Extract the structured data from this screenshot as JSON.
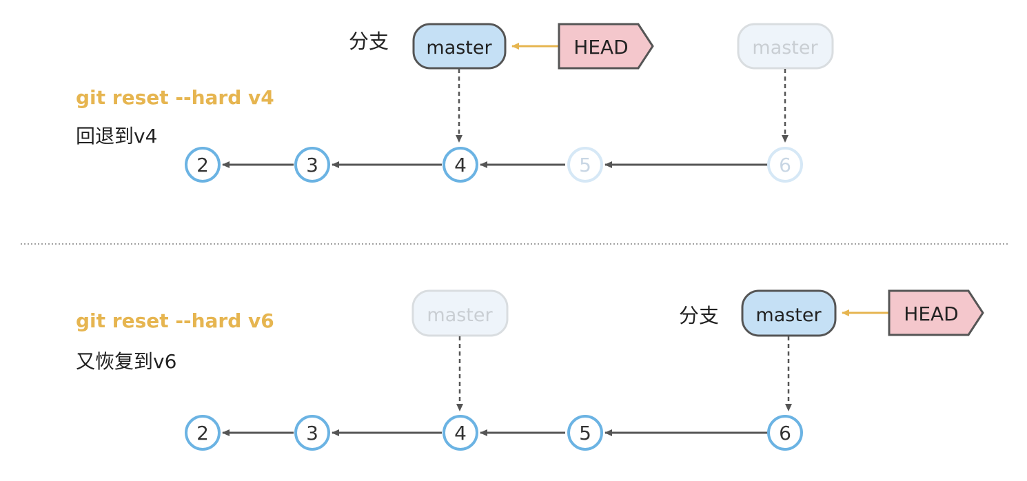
{
  "panels": [
    {
      "command": "git reset --hard v4",
      "description": "回退到v4",
      "label": "分支",
      "branch": "master",
      "head": "HEAD",
      "ghost_branch": "master",
      "commits": [
        {
          "label": "2",
          "faded": false
        },
        {
          "label": "3",
          "faded": false
        },
        {
          "label": "4",
          "faded": false
        },
        {
          "label": "5",
          "faded": true
        },
        {
          "label": "6",
          "faded": true
        }
      ]
    },
    {
      "command": "git reset --hard v6",
      "description": "又恢复到v6",
      "label": "分支",
      "branch": "master",
      "head": "HEAD",
      "ghost_branch": "master",
      "commits": [
        {
          "label": "2",
          "faded": false
        },
        {
          "label": "3",
          "faded": false
        },
        {
          "label": "4",
          "faded": false
        },
        {
          "label": "5",
          "faded": false
        },
        {
          "label": "6",
          "faded": false
        }
      ]
    }
  ],
  "colors": {
    "command_text": "#e6b550",
    "node_stroke": "#6bb3e3",
    "node_stroke_faded": "#d6e8f6",
    "branch_fill": "#c5e0f5",
    "branch_stroke": "#555555",
    "ghost_branch_fill": "#eef4fa",
    "ghost_branch_stroke": "#d9dde0",
    "head_fill": "#f4c7cc",
    "head_stroke": "#555555",
    "head_arrow": "#e6b550",
    "edge": "#555555",
    "edge_faded": "#c8d6e4",
    "separator": "#a0a0a0"
  }
}
